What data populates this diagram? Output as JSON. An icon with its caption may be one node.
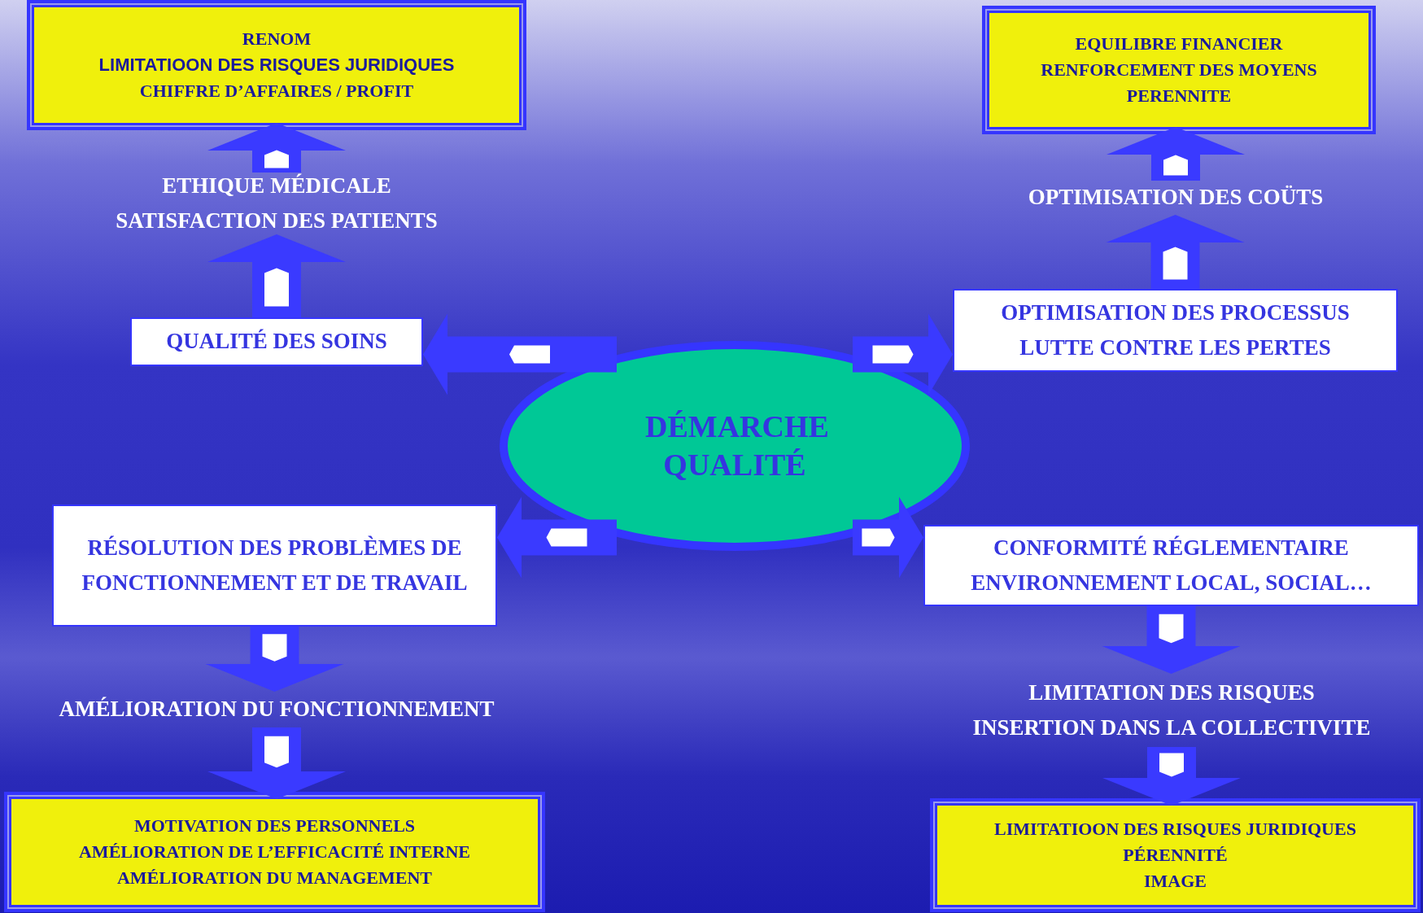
{
  "diagram": {
    "nodes": [
      {
        "text": [
          "RENOM",
          "LIMITATIOON DES RISQUES JURIDIQUES",
          "CHIFFRE D’AFFAIRES / PROFIT"
        ]
      },
      {
        "text": [
          "ETHIQUE MÉDICALE",
          "SATISFACTION DES PATIENTS"
        ]
      },
      {
        "text": [
          "QUALITÉ DES SOINS"
        ]
      },
      {
        "text": [
          "DÉMARCHE QUALITÉ"
        ]
      },
      {
        "text": [
          "RÉSOLUTION DES PROBLÈMES DE FONCTIONNEMENT ET DE TRAVAIL"
        ]
      },
      {
        "text": [
          "AMÉLIORATION DU FONCTIONNEMENT"
        ]
      },
      {
        "text": [
          "MOTIVATION DES PERSONNELS",
          "AMÉLIORATION DE L’EFFICACITÉ INTERNE",
          "AMÉLIORATION DU MANAGEMENT"
        ]
      },
      {
        "text": [
          "EQUILIBRE FINANCIER",
          "RENFORCEMENT DES MOYENS",
          "PERENNITE"
        ]
      },
      {
        "text": [
          "OPTIMISATION DES COÜTS"
        ]
      },
      {
        "text": [
          "OPTIMISATION DES PROCESSUS",
          "LUTTE CONTRE LES PERTES"
        ]
      },
      {
        "text": [
          "CONFORMITÉ RÉGLEMENTAIRE",
          "ENVIRONNEMENT LOCAL, SOCIAL…"
        ]
      },
      {
        "text": [
          "LIMITATION DES RISQUES",
          "INSERTION DANS LA COLLECTIVITE"
        ]
      },
      {
        "text": [
          "LIMITATIOON DES RISQUES JURIDIQUES",
          "PÉRENNITÉ",
          "IMAGE"
        ]
      }
    ],
    "edges": [
      {
        "from": 3,
        "to": 2,
        "arrow": "to"
      },
      {
        "from": 2,
        "to": 1,
        "arrow": "to"
      },
      {
        "from": 1,
        "to": 0,
        "arrow": "to"
      },
      {
        "from": 3,
        "to": 9,
        "arrow": "to"
      },
      {
        "from": 9,
        "to": 8,
        "arrow": "to"
      },
      {
        "from": 8,
        "to": 7,
        "arrow": "to"
      },
      {
        "from": 3,
        "to": 4,
        "arrow": "to"
      },
      {
        "from": 4,
        "to": 5,
        "arrow": "to"
      },
      {
        "from": 5,
        "to": 6,
        "arrow": "to"
      },
      {
        "from": 3,
        "to": 10,
        "arrow": "to"
      },
      {
        "from": 10,
        "to": 11,
        "arrow": "to"
      },
      {
        "from": 11,
        "to": 12,
        "arrow": "to"
      }
    ]
  }
}
